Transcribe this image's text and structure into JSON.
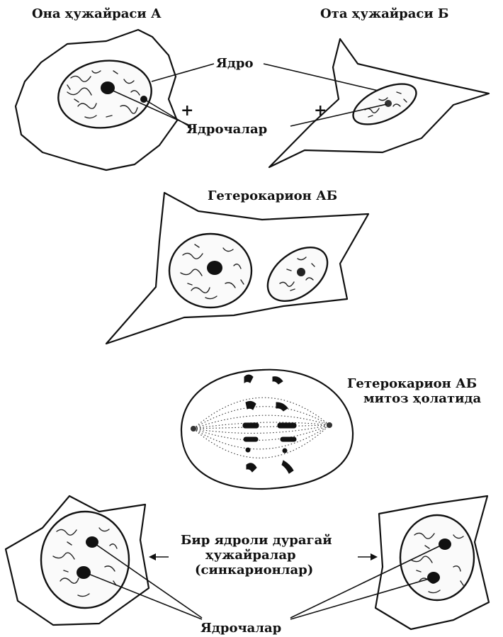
{
  "labels": {
    "mother_cell": "Она ҳужайраси А",
    "father_cell": "Ота ҳужайраси Б",
    "nucleus": "Ядро",
    "nucleoli_top": "Ядрочалар",
    "plus_left": "+",
    "plus_right": "+",
    "heterokaryon": "Гетерокарион АБ",
    "heterokaryon_mitosis_line1": "Гетерокарион АБ",
    "heterokaryon_mitosis_line2": "митоз ҳолатида",
    "hybrid_line1": "Бир ядроли дурагай",
    "hybrid_line2": "ҳужайралар",
    "hybrid_line3": "(синкарионлар)",
    "nucleoli_bottom": "Ядрочалар"
  }
}
